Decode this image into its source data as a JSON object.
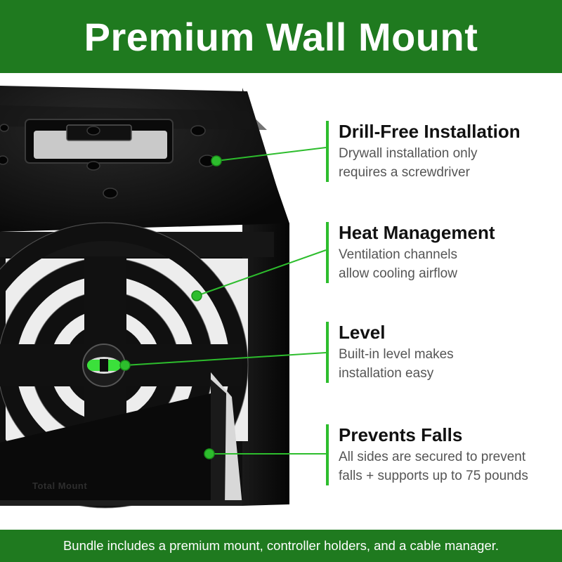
{
  "header": {
    "title": "Premium Wall Mount"
  },
  "product": {
    "brand_engraving": "Total Mount"
  },
  "features": [
    {
      "title": "Drill-Free Installation",
      "line1": "Drywall installation only",
      "line2": "requires a screwdriver"
    },
    {
      "title": "Heat Management",
      "line1": "Ventilation channels",
      "line2": "allow cooling airflow"
    },
    {
      "title": "Level",
      "line1": "Built-in level makes",
      "line2": "installation easy"
    },
    {
      "title": "Prevents Falls",
      "line1": "All sides are secured to prevent",
      "line2": "falls + supports up to 75 pounds"
    }
  ],
  "footer": {
    "text": "Bundle includes a premium mount, controller holders, and a cable manager."
  },
  "colors": {
    "brand_green": "#1f7a1f",
    "accent_green": "#2dbd2d",
    "mount_black": "#0d0d0d"
  }
}
